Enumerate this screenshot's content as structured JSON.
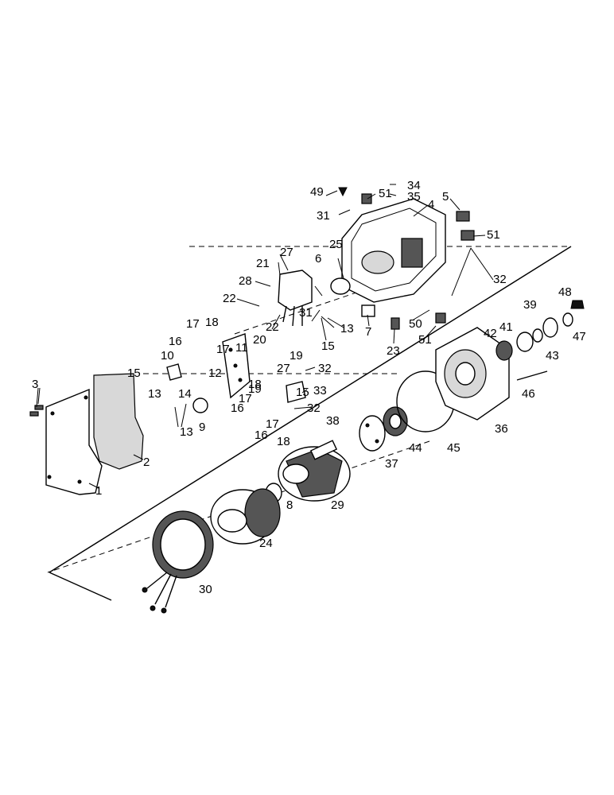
{
  "labels": [
    "1",
    "2",
    "3",
    "4",
    "5",
    "6",
    "7",
    "8",
    "9",
    "10",
    "11",
    "12",
    "13",
    "13",
    "13",
    "14",
    "15",
    "15",
    "15",
    "16",
    "16",
    "16",
    "17",
    "17",
    "17",
    "17",
    "18",
    "18",
    "18",
    "19",
    "19",
    "20",
    "21",
    "22",
    "22",
    "23",
    "24",
    "25",
    "27",
    "27",
    "28",
    "29",
    "30",
    "31",
    "31",
    "32",
    "32",
    "32",
    "33",
    "34",
    "35",
    "36",
    "37",
    "38",
    "39",
    "41",
    "42",
    "43",
    "44",
    "45",
    "46",
    "47",
    "48",
    "49",
    "50",
    "51",
    "51",
    "51"
  ]
}
